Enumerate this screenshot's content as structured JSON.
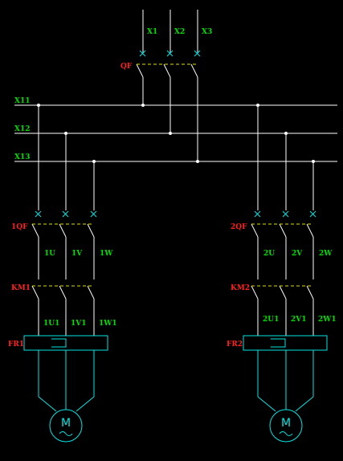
{
  "supply_terminals": [
    "X1",
    "X2",
    "X3"
  ],
  "main_breaker": "QF",
  "busbars": [
    "X11",
    "X12",
    "X13"
  ],
  "branches": [
    {
      "breaker": "1QF",
      "breaker_terminals": [
        "1U",
        "1V",
        "1W"
      ],
      "contactor": "KM1",
      "contactor_terminals": [
        "1U1",
        "1V1",
        "1W1"
      ],
      "overload_relay": "FR1",
      "motor_symbol": "M"
    },
    {
      "breaker": "2QF",
      "breaker_terminals": [
        "2U",
        "2V",
        "2W"
      ],
      "contactor": "KM2",
      "contactor_terminals": [
        "2U1",
        "2V1",
        "2W1"
      ],
      "overload_relay": "FR2",
      "motor_symbol": "M"
    }
  ],
  "colors": {
    "background": "#000000",
    "wire": "#ffffff",
    "device": "#00e5e5",
    "mechanical_link": "#e0e000",
    "terminal_label": "#00e000",
    "device_label": "#ff2020"
  }
}
